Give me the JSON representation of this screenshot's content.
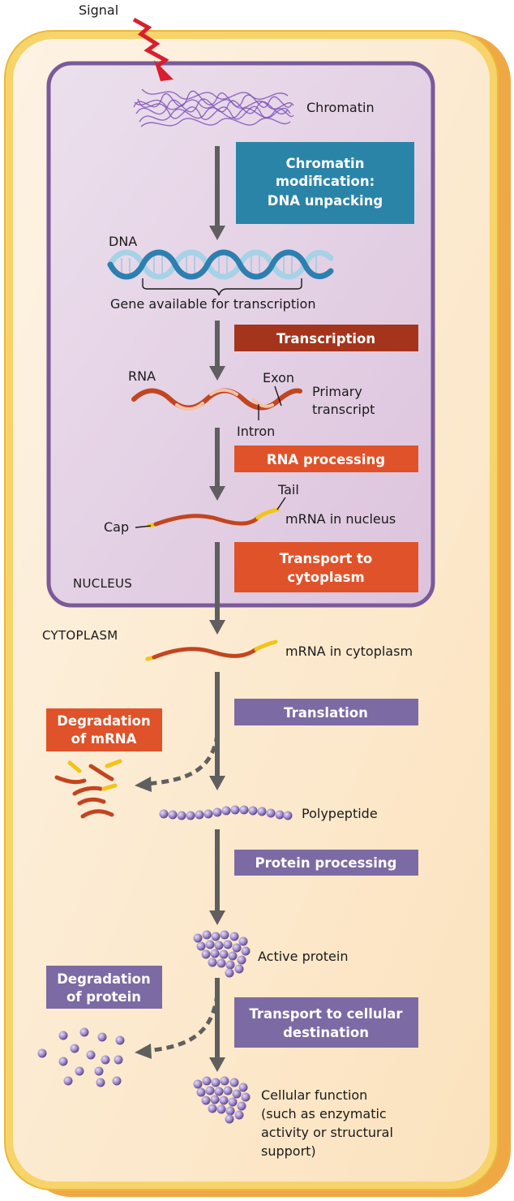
{
  "signal_label": "Signal",
  "nucleus_label": "NUCLEUS",
  "cytoplasm_label": "CYTOPLASM",
  "molecules": {
    "chromatin": "Chromatin",
    "dna": "DNA",
    "gene_available": "Gene available for transcription",
    "rna": "RNA",
    "exon": "Exon",
    "intron": "Intron",
    "primary_transcript": [
      "Primary",
      "transcript"
    ],
    "tail": "Tail",
    "cap": "Cap",
    "mrna_nucleus": "mRNA in nucleus",
    "mrna_cytoplasm": "mRNA in cytoplasm",
    "polypeptide": "Polypeptide",
    "active_protein": "Active protein",
    "cellular_function": [
      "Cellular function",
      "(such as enzymatic",
      "activity or structural",
      "support)"
    ]
  },
  "steps": {
    "chromatin_modification": [
      "Chromatin",
      "modification:",
      "DNA unpacking"
    ],
    "transcription": [
      "Transcription"
    ],
    "rna_processing": [
      "RNA processing"
    ],
    "transport_cytoplasm": [
      "Transport to",
      "cytoplasm"
    ],
    "translation": [
      "Translation"
    ],
    "protein_processing": [
      "Protein processing"
    ],
    "transport_destination": [
      "Transport to cellular",
      "destination"
    ],
    "degradation_mrna": [
      "Degradation",
      "of mRNA"
    ],
    "degradation_protein": [
      "Degradation",
      "of protein"
    ]
  },
  "colors": {
    "cell_fill": "#fdebd0",
    "cell_border": "#f2c23c",
    "cell_shadow": "#f3b352",
    "nucleus_fill": "#e5cfe2",
    "nucleus_border": "#7a5a9a",
    "chromatin_step": "#2a84a8",
    "transcription_step": "#a5341c",
    "rna_step": "#e0522a",
    "protein_step": "#7c6aa4",
    "arrow": "#5f5f5f",
    "rna_strand": "#cc4a22",
    "cap_tail": "#f2c418",
    "dna": "#5aa7cc",
    "protein_bead": "#9f8acb"
  }
}
